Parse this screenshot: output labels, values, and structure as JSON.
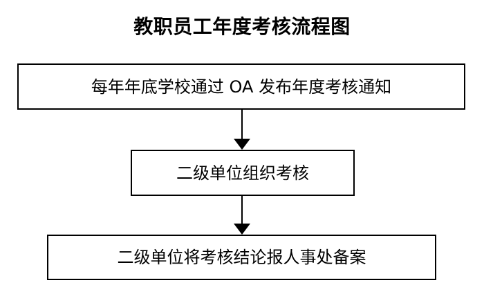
{
  "chart": {
    "title": "教职员工年度考核流程图",
    "type": "flowchart",
    "orientation": "top-to-bottom",
    "background_color": "#ffffff",
    "line_color": "#000000",
    "text_color": "#000000",
    "nodes": [
      {
        "id": "notice",
        "label": "每年年底学校通过 OA 发布年度考核通知",
        "shape": "rectangle",
        "order": 1
      },
      {
        "id": "organize",
        "label": "二级单位组织考核",
        "shape": "rectangle",
        "order": 2
      },
      {
        "id": "record",
        "label": "二级单位将考核结论报人事处备案",
        "shape": "rectangle",
        "order": 3
      }
    ],
    "edges": [
      {
        "id": "edge-notice-organize",
        "from": "notice",
        "to": "organize",
        "style": "solid",
        "arrowhead": "filled-triangle",
        "label": ""
      },
      {
        "id": "edge-organize-record",
        "from": "organize",
        "to": "record",
        "style": "solid",
        "arrowhead": "filled-triangle",
        "label": ""
      }
    ]
  }
}
